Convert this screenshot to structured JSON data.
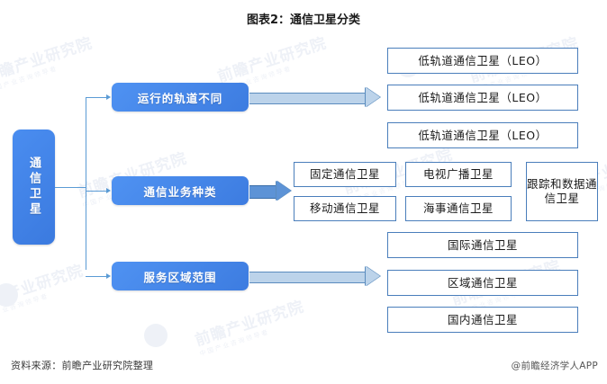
{
  "title": "图表2：通信卫星分类",
  "root": {
    "label": "通信卫星"
  },
  "branches": [
    {
      "label": "运行的轨道不同",
      "leaves": [
        "低轨道通信卫星（LEO）",
        "低轨道通信卫星（LEO）",
        "低轨道通信卫星（LEO）"
      ]
    },
    {
      "label": "通信业务种类",
      "leaves": [
        "固定通信卫星",
        "电视广播卫星",
        "跟踪和数据通信卫星",
        "移动通信卫星",
        "海事通信卫星"
      ]
    },
    {
      "label": "服务区域范围",
      "leaves": [
        "国际通信卫星",
        "区域通信卫星",
        "国内通信卫星"
      ]
    }
  ],
  "footer": {
    "source": "资料来源：前瞻产业研究院整理",
    "attribution": "@前瞻经济学人APP"
  },
  "watermark": {
    "main": "前瞻产业研究院",
    "sub": "中国产业咨询领导者"
  },
  "colors": {
    "node_blue": "#3d7ce0",
    "leaf_border": "#4a7ebb",
    "wire": "#5b9bd5",
    "arrow_light": "#bcd3ea",
    "arrow_strong": "#5d93d6",
    "background": "#ffffff"
  }
}
